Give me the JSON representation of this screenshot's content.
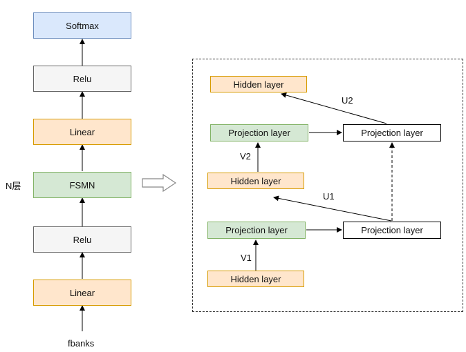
{
  "left_stack": {
    "softmax": "Softmax",
    "relu_top": "Relu",
    "linear_top": "Linear",
    "fsmn": "FSMN",
    "relu_bottom": "Relu",
    "linear_bottom": "Linear",
    "input": "fbanks",
    "repeat_label": "N层"
  },
  "detail": {
    "hidden_top": "Hidden layer",
    "projection_mid_left": "Projection layer",
    "projection_mid_right": "Projection layer",
    "hidden_mid": "Hidden layer",
    "projection_bottom_left": "Projection layer",
    "projection_bottom_right": "Projection layer",
    "hidden_bottom": "Hidden layer",
    "edge_u2": "U2",
    "edge_v2": "V2",
    "edge_u1": "U1",
    "edge_v1": "V1"
  },
  "colors": {
    "softmax_fill": "#dae8fc",
    "relu_fill": "#f5f5f5",
    "linear_fill": "#ffe6cc",
    "fsmn_fill": "#d5e8d4",
    "projection_right_fill": "#ffffff"
  }
}
